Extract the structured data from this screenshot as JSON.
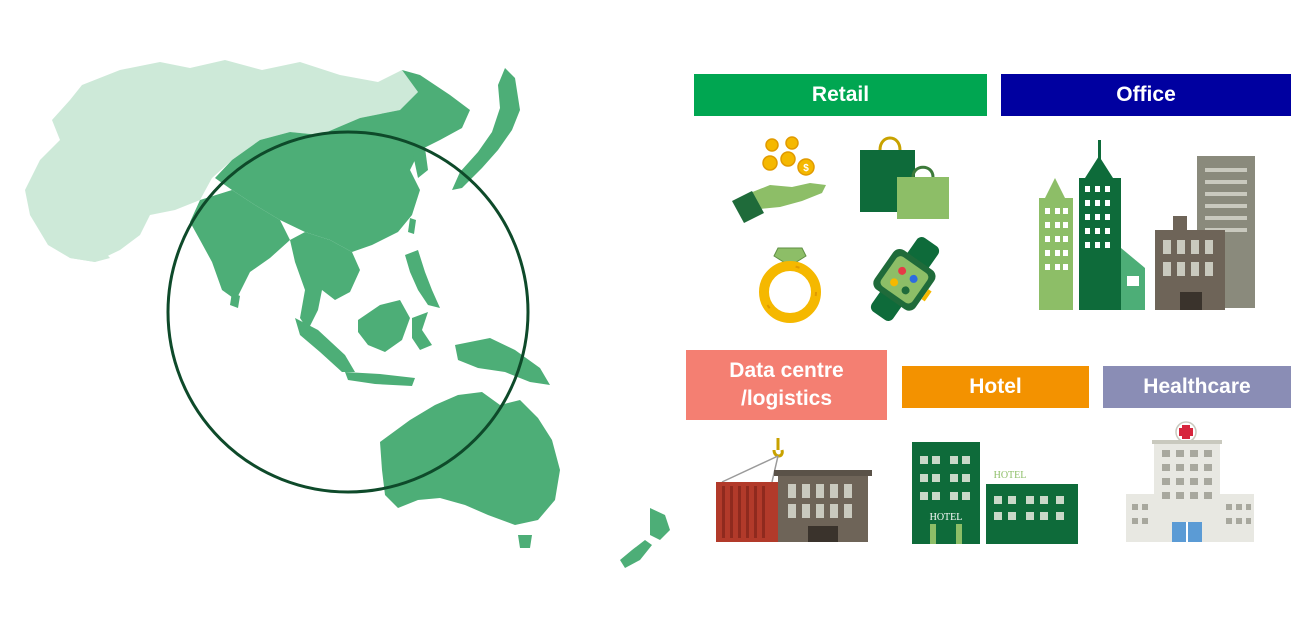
{
  "categories": {
    "retail": {
      "label": "Retail",
      "color": "#00A651"
    },
    "office": {
      "label": "Office",
      "color": "#0000A0"
    },
    "data_centre": {
      "line1": "Data centre",
      "line2": "/logistics",
      "color": "#F47F72"
    },
    "hotel": {
      "label": "Hotel",
      "color": "#F39200"
    },
    "healthcare": {
      "label": "Healthcare",
      "color": "#8A8DB5"
    }
  },
  "hotel_sign_text": "HOTEL",
  "map": {
    "highlight_color": "#4DAE77",
    "faded_color": "#CDE9D8",
    "ring_color": "#0E4A2A"
  }
}
